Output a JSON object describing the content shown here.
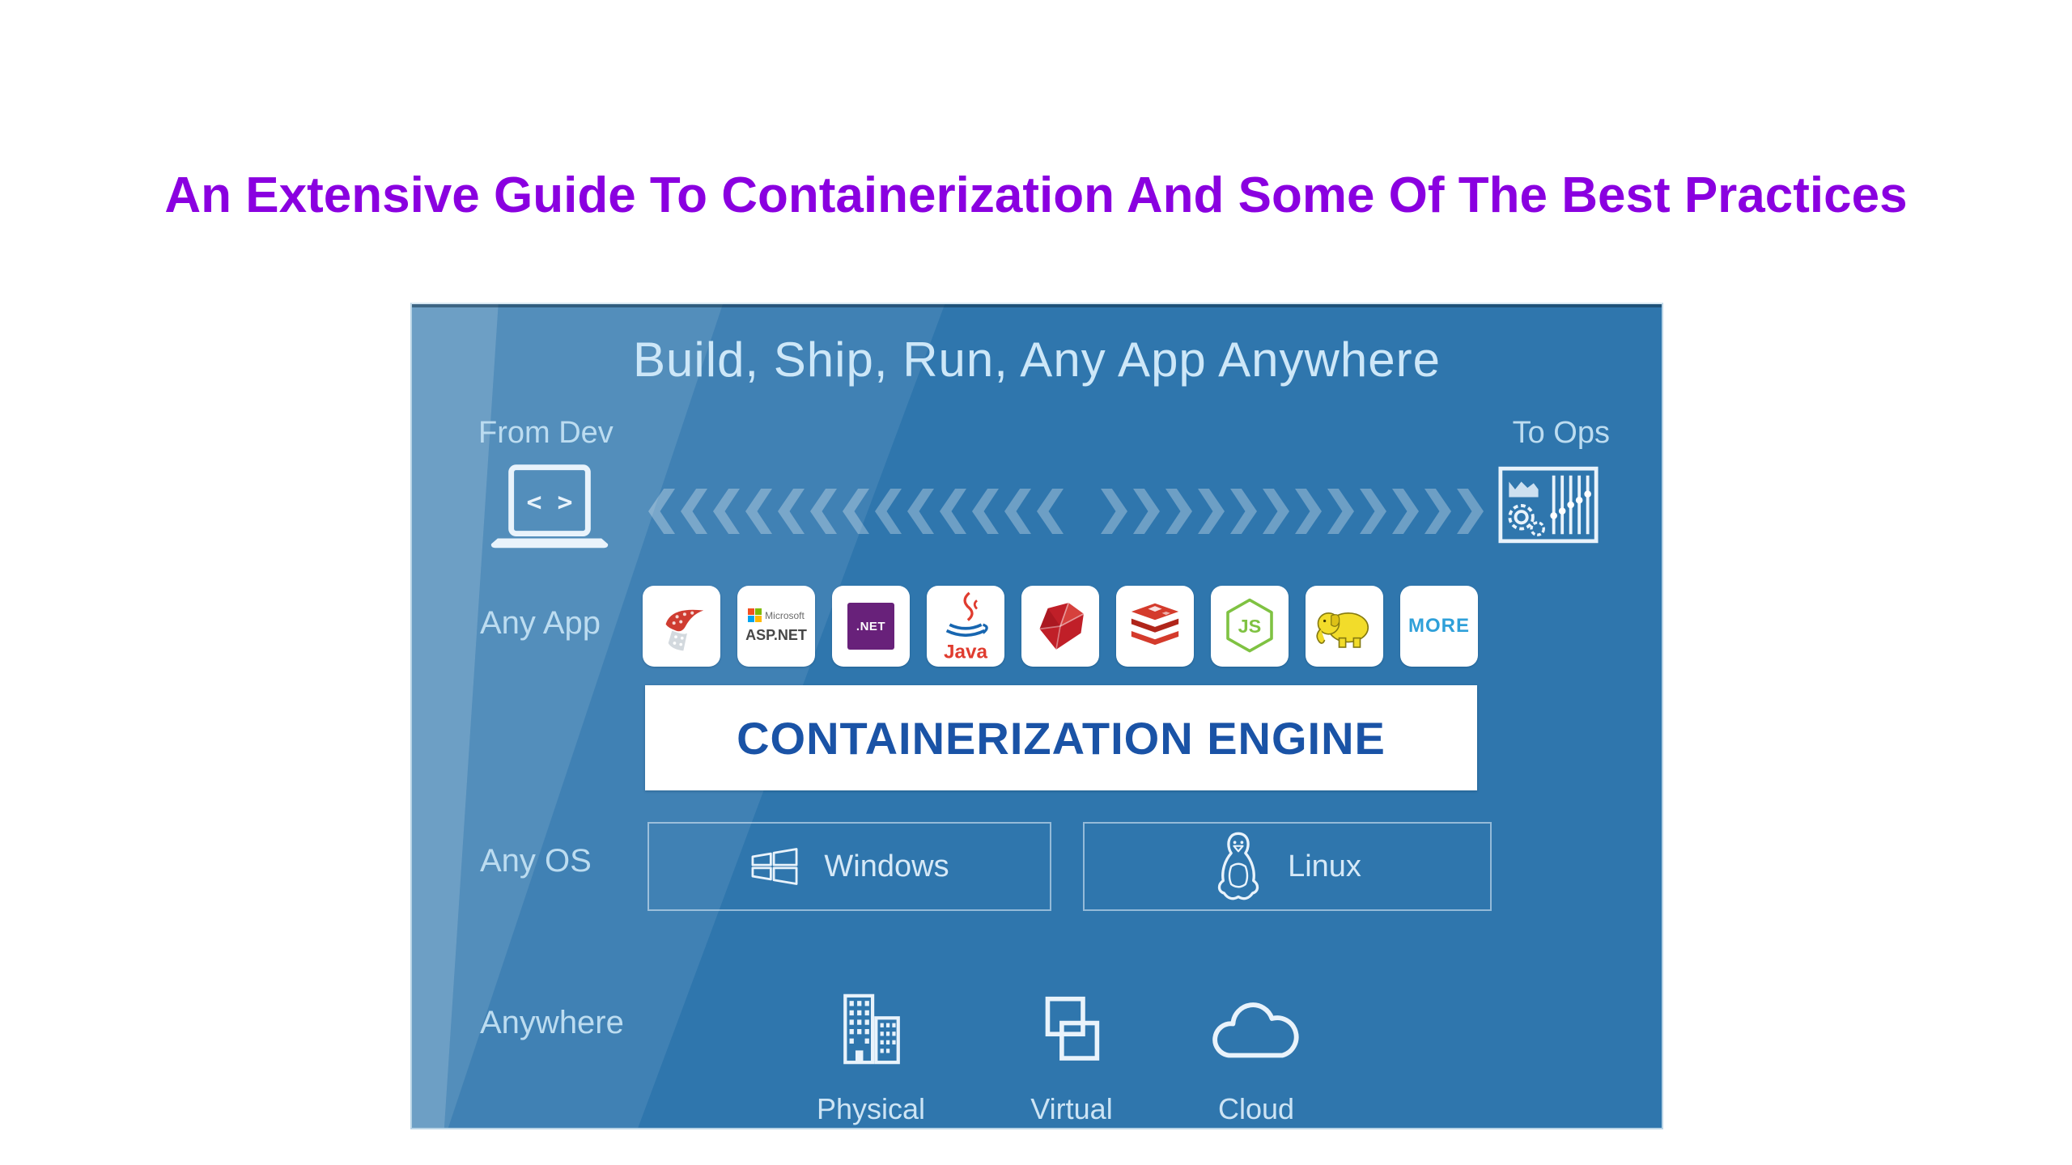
{
  "page_title": "An Extensive Guide To Containerization And Some Of The Best Practices",
  "diagram": {
    "header": "Build, Ship, Run, Any App Anywhere",
    "from_dev_label": "From Dev",
    "to_ops_label": "To Ops",
    "dev_code_glyph": "< >",
    "any_app_label": "Any App",
    "any_os_label": "Any OS",
    "anywhere_label": "Anywhere",
    "engine_label": "CONTAINERIZATION ENGINE",
    "apps": [
      {
        "name": "sql-server",
        "icon": "sql-server-icon"
      },
      {
        "name": "asp-net",
        "icon": "microsoft-logo-icon",
        "brand": "Microsoft",
        "label": "ASP.NET"
      },
      {
        "name": "dotnet",
        "label": ".NET"
      },
      {
        "name": "java",
        "icon": "java-icon",
        "label": "Java"
      },
      {
        "name": "ruby",
        "icon": "ruby-icon"
      },
      {
        "name": "redis",
        "icon": "redis-icon"
      },
      {
        "name": "nodejs",
        "icon": "nodejs-icon",
        "label": "JS"
      },
      {
        "name": "hadoop",
        "icon": "hadoop-icon"
      },
      {
        "name": "more",
        "label": "MORE"
      }
    ],
    "os_options": [
      {
        "name": "windows",
        "icon": "windows-logo-icon",
        "label": "Windows"
      },
      {
        "name": "linux",
        "icon": "tux-penguin-icon",
        "label": "Linux"
      }
    ],
    "infrastructure": [
      {
        "name": "physical",
        "icon": "building-icon",
        "label": "Physical"
      },
      {
        "name": "virtual",
        "icon": "overlapping-squares-icon",
        "label": "Virtual"
      },
      {
        "name": "cloud",
        "icon": "cloud-icon",
        "label": "Cloud"
      }
    ],
    "colors": {
      "title": "#8a00e0",
      "panel_base": "#2f76ad",
      "engine_text": "#1a53a6",
      "more_text": "#2fa0d9",
      "light_label": "#bcdcf0"
    }
  }
}
